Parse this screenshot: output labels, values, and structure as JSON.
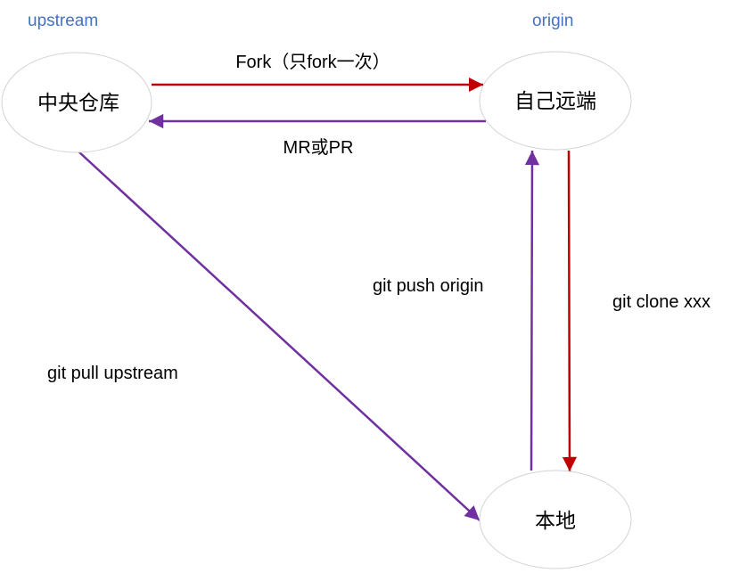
{
  "diagram": {
    "description": "Git fork workflow diagram with three repository nodes and five directed arrows",
    "colors": {
      "background": "#FFFFFF",
      "red_arrow": "#C00000",
      "purple_arrow": "#7030A0",
      "remote_tag_blue": "#4472C4",
      "node_stroke": "#D3D3D3",
      "label_text": "#000000"
    },
    "nodes": {
      "central_repo": {
        "label": "中央仓库",
        "remote_name": "upstream"
      },
      "own_remote": {
        "label": "自己远端",
        "remote_name": "origin"
      },
      "local": {
        "label": "本地"
      }
    },
    "edges": {
      "fork": {
        "label": "Fork（只fork一次）",
        "from": "中央仓库",
        "to": "自己远端",
        "color": "red"
      },
      "mr_pr": {
        "label": "MR或PR",
        "from": "自己远端",
        "to": "中央仓库",
        "color": "purple"
      },
      "push": {
        "label": "git push origin",
        "from": "本地",
        "to": "自己远端",
        "color": "purple"
      },
      "clone": {
        "label": "git clone xxx",
        "from": "自己远端",
        "to": "本地",
        "color": "red"
      },
      "pull": {
        "label": "git pull upstream",
        "from": "中央仓库",
        "to": "本地",
        "color": "purple"
      }
    }
  }
}
